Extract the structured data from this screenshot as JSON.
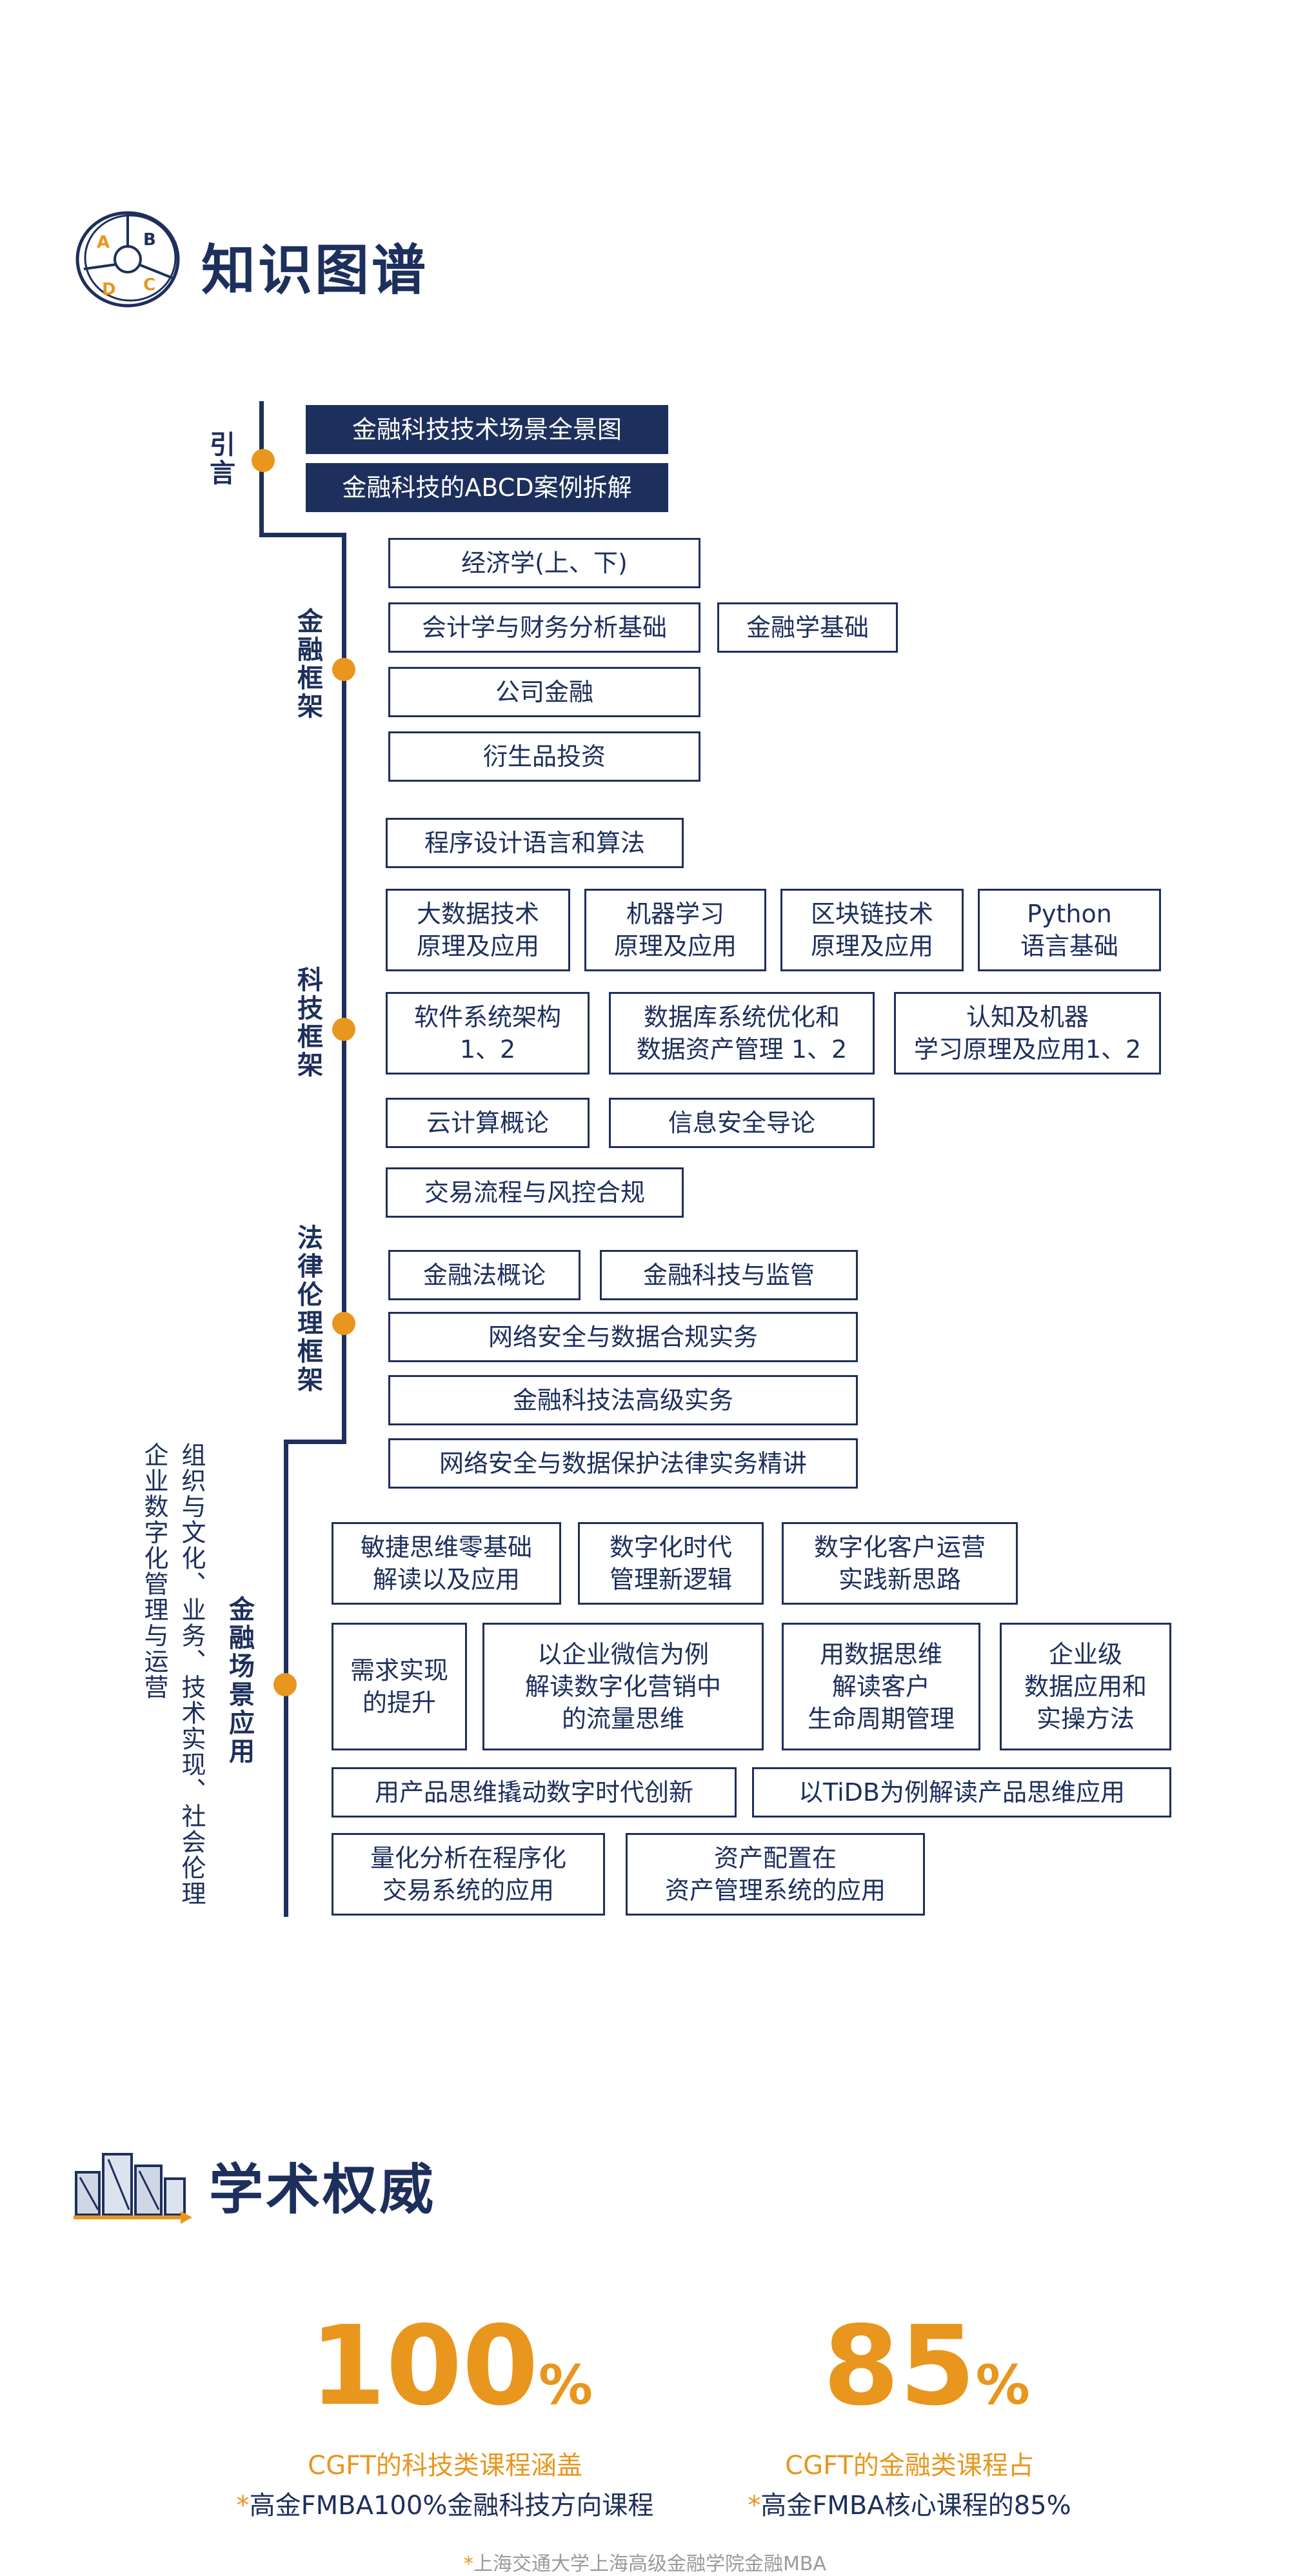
{
  "sections": {
    "knowledge_map": {
      "title": "知识图谱",
      "icon": "abcd-circle-icon"
    },
    "academic": {
      "title": "学术权威",
      "icon": "building-chart-icon"
    }
  },
  "stages": [
    {
      "label": "引言"
    },
    {
      "label": "金融框架"
    },
    {
      "label": "科技框架"
    },
    {
      "label": "法律伦理框架"
    },
    {
      "label": "金融场景应用"
    }
  ],
  "side_label": {
    "col1": "组织与文化、业务、技术实现、社会伦理",
    "col2": "企业数字化管理与运营"
  },
  "intro": [
    {
      "text": "金融科技技术场景全景图"
    },
    {
      "text": "金融科技的ABCD案例拆解"
    }
  ],
  "finance": [
    {
      "text": "经济学(上、下)"
    },
    {
      "text": "会计学与财务分析基础"
    },
    {
      "text": "金融学基础"
    },
    {
      "text": "公司金融"
    },
    {
      "text": "衍生品投资"
    }
  ],
  "tech": [
    {
      "text": "程序设计语言和算法"
    },
    {
      "text": "大数据技术\n原理及应用"
    },
    {
      "text": "机器学习\n原理及应用"
    },
    {
      "text": "区块链技术\n原理及应用"
    },
    {
      "text": "Python\n语言基础"
    },
    {
      "text": "软件系统架构\n1、2"
    },
    {
      "text": "数据库系统优化和\n数据资产管理 1、2"
    },
    {
      "text": "认知及机器\n学习原理及应用1、2"
    },
    {
      "text": "云计算概论"
    },
    {
      "text": "信息安全导论"
    },
    {
      "text": "交易流程与风控合规"
    }
  ],
  "law": [
    {
      "text": "金融法概论"
    },
    {
      "text": "金融科技与监管"
    },
    {
      "text": "网络安全与数据合规实务"
    },
    {
      "text": "金融科技法高级实务"
    },
    {
      "text": "网络安全与数据保护法律实务精讲"
    }
  ],
  "application": [
    {
      "text": "敏捷思维零基础\n解读以及应用"
    },
    {
      "text": "数字化时代\n管理新逻辑"
    },
    {
      "text": "数字化客户运营\n实践新思路"
    },
    {
      "text": "需求实现\n的提升"
    },
    {
      "text": "以企业微信为例\n解读数字化营销中\n的流量思维"
    },
    {
      "text": "用数据思维\n解读客户\n生命周期管理"
    },
    {
      "text": "企业级\n数据应用和\n实操方法"
    },
    {
      "text": "用产品思维撬动数字时代创新"
    },
    {
      "text": "以TiDB为例解读产品思维应用"
    },
    {
      "text": "量化分析在程序化\n交易系统的应用"
    },
    {
      "text": "资产配置在\n资产管理系统的应用"
    }
  ],
  "stats": [
    {
      "number": "100",
      "unit": "%",
      "line1": "CGFT的科技类课程涵盖",
      "star": "*",
      "line2": "高金FMBA100%金融科技方向课程"
    },
    {
      "number": "85",
      "unit": "%",
      "line1": "CGFT的金融类课程占",
      "star": "*",
      "line2": "高金FMBA核心课程的85%"
    }
  ],
  "footnote": {
    "star": "*",
    "text": "上海交通大学上海高级金融学院金融MBA"
  },
  "colors": {
    "navy": "#1d2f5c",
    "orange": "#e8961e"
  }
}
